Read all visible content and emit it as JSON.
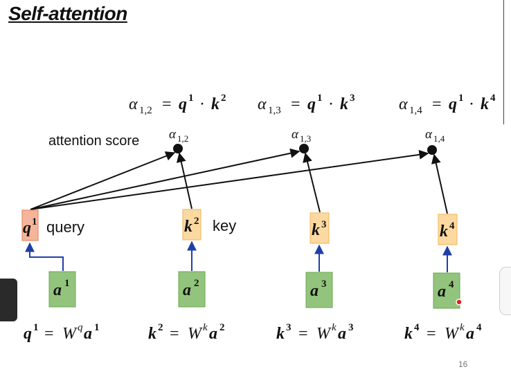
{
  "title": "Self-attention",
  "page_number": "16",
  "labels": {
    "attention_score": "attention score",
    "query": "query",
    "key": "key"
  },
  "math": {
    "alpha": "α",
    "W": "W",
    "dot": "·",
    "eq": "=",
    "q": "q",
    "k": "k",
    "a": "a",
    "sup_q": "q",
    "sup_k": "k"
  },
  "scores": [
    {
      "i": "1",
      "j": "2",
      "comma": ","
    },
    {
      "i": "1",
      "j": "3",
      "comma": ","
    },
    {
      "i": "1",
      "j": "4",
      "comma": ","
    }
  ],
  "inputs": [
    "1",
    "2",
    "3",
    "4"
  ],
  "query_sup": "1",
  "key_sups": [
    "2",
    "3",
    "4"
  ],
  "colors": {
    "query_box": "#f5b59a",
    "query_border": "#e07b57",
    "key_box": "#fcd9a0",
    "key_border": "#f0b35a",
    "input_box": "#93c47d",
    "input_border": "#6aa84f",
    "blue_arrow": "#1f3ea8",
    "black_arrow": "#111111",
    "dot_red": "#e02020"
  }
}
